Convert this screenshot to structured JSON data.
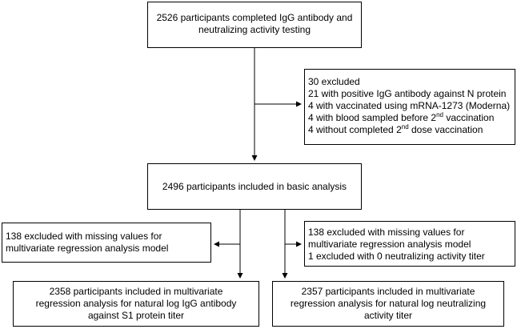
{
  "boxes": {
    "screened": {
      "lines": [
        "2526 participants completed IgG antibody and",
        "neutralizing  activity testing"
      ]
    },
    "excluded_first": {
      "line1": "30 excluded",
      "line2": "21 with positive IgG antibody against N protein",
      "line3": "4 with vaccinated using mRNA-1273 (Moderna)",
      "line4_pre": "4 with blood sampled before 2",
      "line4_sup": "nd",
      "line4_post": " vaccination",
      "line5_pre": "4 without completed 2",
      "line5_sup": "nd",
      "line5_post": " dose vaccination"
    },
    "basic": {
      "lines": [
        "2496 participants included in basic analysis"
      ]
    },
    "excluded_left": {
      "lines": [
        "138 excluded with missing values for",
        "multivariate regression analysis model"
      ]
    },
    "excluded_right": {
      "lines": [
        "138 excluded with missing values for",
        "multivariate regression analysis model",
        "1 excluded with 0 neutralizing activity titer"
      ]
    },
    "final_igg": {
      "lines": [
        "2358 participants included in multivariate",
        "regression analysis for natural log IgG antibody",
        "against  S1 protein titer"
      ]
    },
    "final_neut": {
      "lines": [
        "2357 participants included in multivariate",
        "regression analysis for natural log neutralizing",
        "activity titer"
      ]
    }
  },
  "colors": {
    "stroke": "#000000",
    "background": "#ffffff"
  }
}
